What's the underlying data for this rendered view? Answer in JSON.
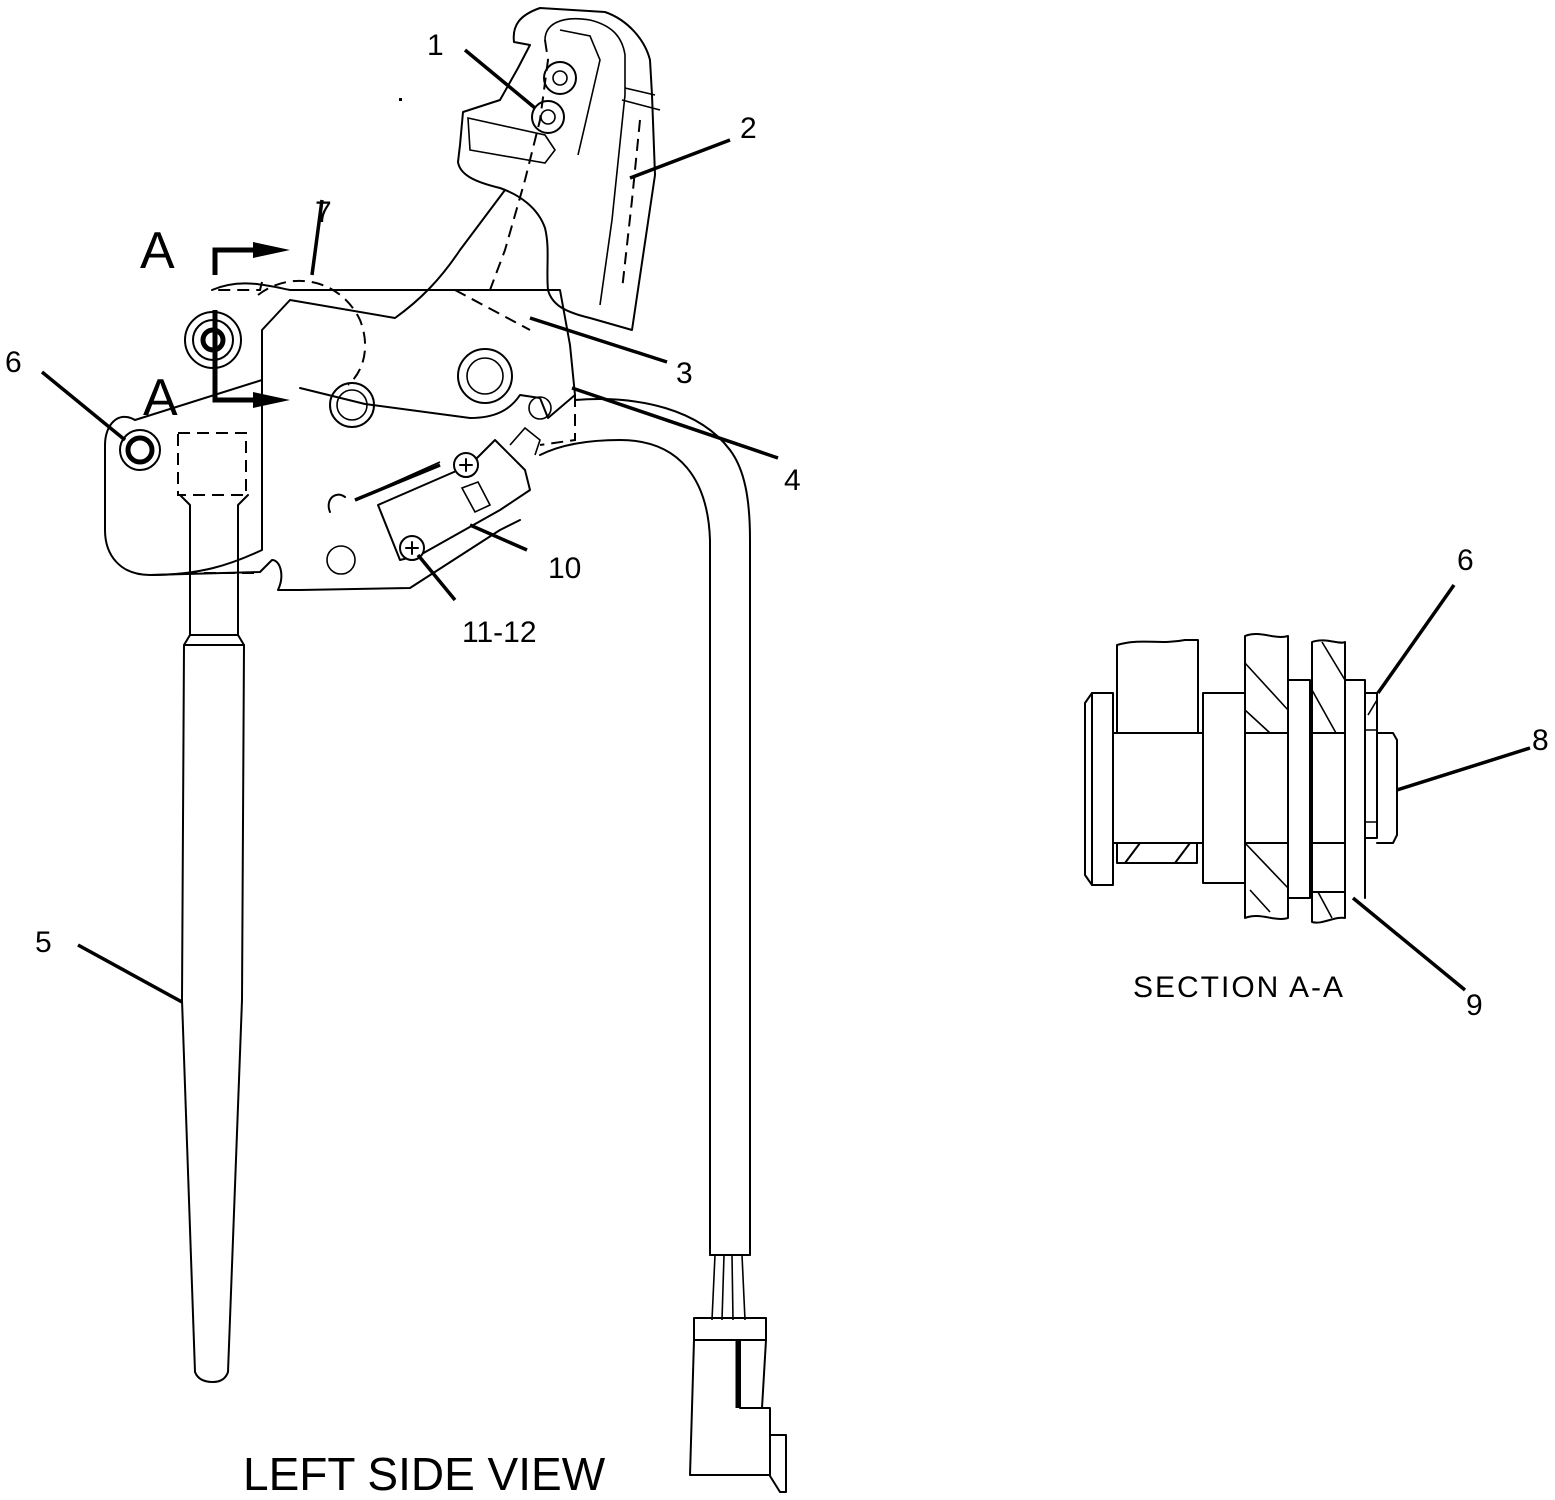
{
  "diagram": {
    "views": {
      "main_view_title": "LEFT SIDE VIEW",
      "section_view_title": "SECTION A-A",
      "section_marker_letter": "A"
    },
    "callouts": [
      {
        "id": "c1",
        "label": "1",
        "view": "left-side",
        "part": "bolt"
      },
      {
        "id": "c2",
        "label": "2",
        "view": "left-side",
        "part": "handle-grip"
      },
      {
        "id": "c3",
        "label": "3",
        "view": "left-side",
        "part": "lever-plate"
      },
      {
        "id": "c4",
        "label": "4",
        "view": "left-side",
        "part": "bracket"
      },
      {
        "id": "c5",
        "label": "5",
        "view": "left-side",
        "part": "lever-rod"
      },
      {
        "id": "c6",
        "label": "6",
        "view": "left-side",
        "part": "pivot-bolt"
      },
      {
        "id": "c7",
        "label": "7",
        "view": "left-side",
        "part": "spring"
      },
      {
        "id": "c10",
        "label": "10",
        "view": "left-side",
        "part": "micro-switch"
      },
      {
        "id": "c1112",
        "label": "11-12",
        "view": "left-side",
        "part": "switch-screws"
      },
      {
        "id": "s6",
        "label": "6",
        "view": "section-a-a",
        "part": "pivot-bolt"
      },
      {
        "id": "s8",
        "label": "8",
        "view": "section-a-a",
        "part": "nut"
      },
      {
        "id": "s9",
        "label": "9",
        "view": "section-a-a",
        "part": "washer"
      }
    ]
  }
}
